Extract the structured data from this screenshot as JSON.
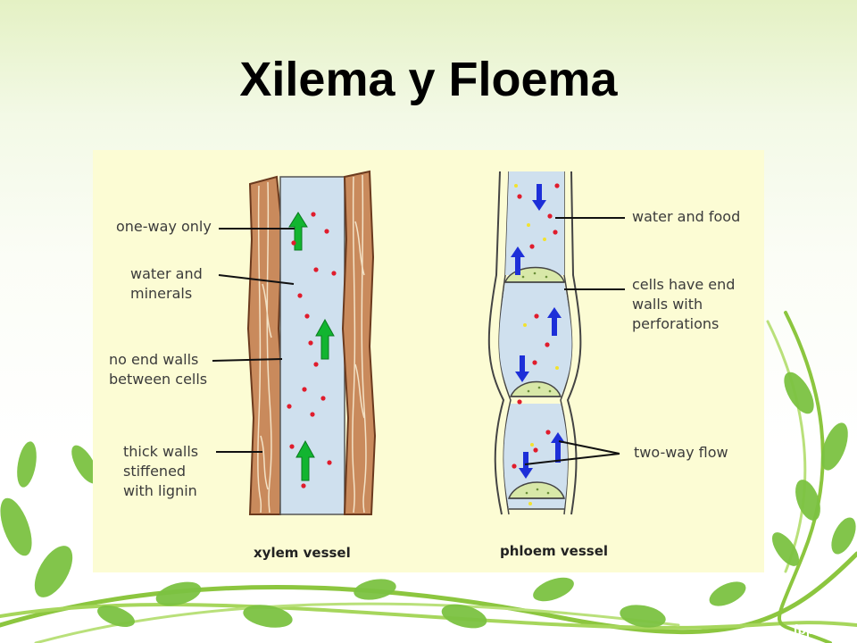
{
  "slide": {
    "title": "Xilema y Floema",
    "footer": "fppt.com"
  },
  "diagram": {
    "xylem": {
      "caption": "xylem vessel",
      "labels": {
        "one_way": "one-way only",
        "water_minerals_1": "water and",
        "water_minerals_2": "minerals",
        "no_end_walls_1": "no end walls",
        "no_end_walls_2": "between cells",
        "thick_walls_1": "thick walls",
        "thick_walls_2": "stiffened",
        "thick_walls_3": "with lignin"
      }
    },
    "phloem": {
      "caption": "phloem vessel",
      "labels": {
        "water_food": "water and food",
        "end_walls_1": "cells have end",
        "end_walls_2": "walls with",
        "end_walls_3": "perforations",
        "two_way": "two-way flow"
      }
    },
    "colors": {
      "panel": "#fcfcd4",
      "wood": "#c98a5c",
      "lumen": "#cfe0ee",
      "xylem_arrow": "#12b530",
      "phloem_arrow": "#1d2fd8",
      "dot": "#e01c2c",
      "sieve_plate": "#d8e8a8"
    }
  }
}
